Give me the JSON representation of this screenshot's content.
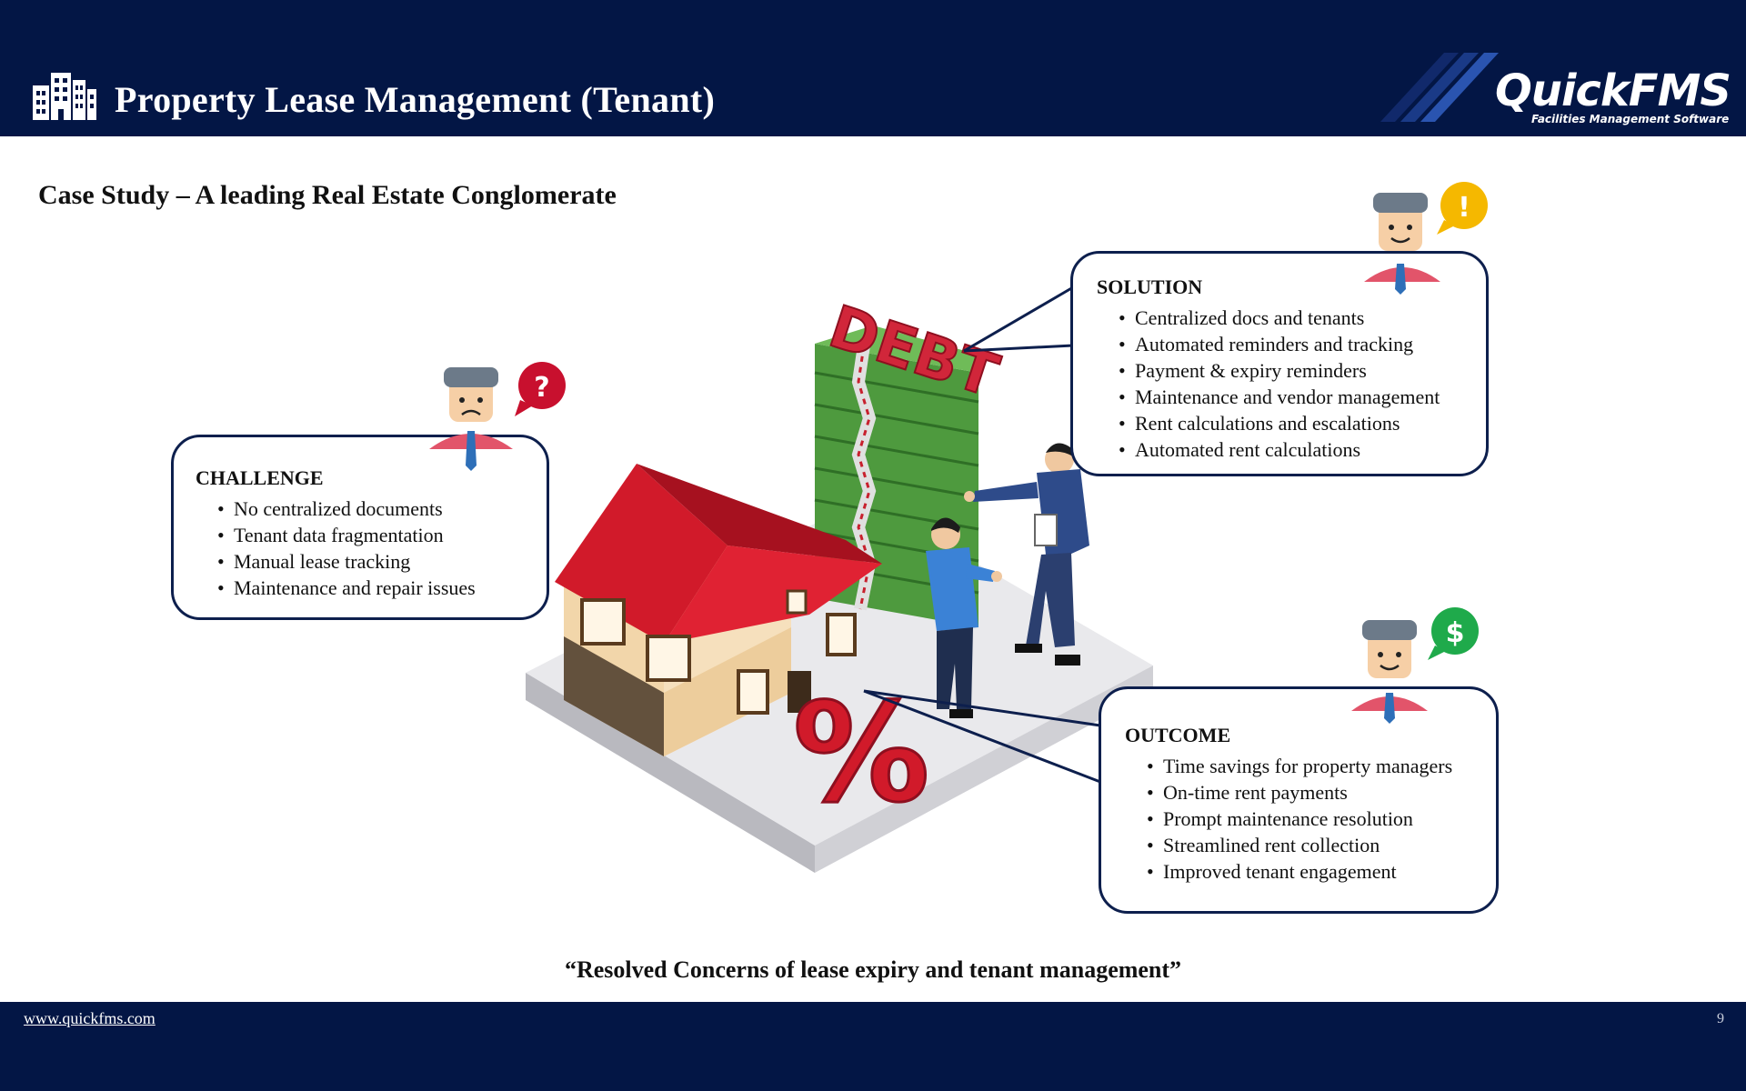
{
  "header": {
    "title": "Property Lease Management (Tenant)",
    "logo_text": "QuickFMS",
    "logo_tagline": "Facilities Management Software",
    "icon": "buildings-icon"
  },
  "subtitle": "Case Study – A leading Real Estate Conglomerate",
  "challenge": {
    "title": "CHALLENGE",
    "icon": "question-bubble-icon",
    "items": [
      "No centralized documents",
      "Tenant data fragmentation",
      "Manual lease tracking",
      "Maintenance and repair issues"
    ]
  },
  "solution": {
    "title": "SOLUTION",
    "icon": "exclamation-bubble-icon",
    "items": [
      "Centralized docs and tenants",
      "Automated reminders and tracking",
      "Payment & expiry reminders",
      "Maintenance and vendor management",
      "Rent calculations and escalations",
      "Automated rent calculations"
    ]
  },
  "outcome": {
    "title": "OUTCOME",
    "icon": "dollar-bubble-icon",
    "items": [
      "Time savings for property managers",
      "On-time rent payments",
      "Prompt maintenance resolution",
      "Streamlined rent collection",
      "Improved tenant engagement"
    ]
  },
  "illustration": {
    "debt_label": "DEBT",
    "percent_label": "%"
  },
  "quote": "“Resolved Concerns of lease expiry and tenant management”",
  "footer": {
    "link": "www.quickfms.com",
    "page_number": "9"
  },
  "colors": {
    "navy": "#031645",
    "roof_red": "#d11a2a",
    "money_green": "#4e9a3e",
    "question_red": "#c8102e",
    "exclaim_yellow": "#f5b800",
    "dollar_green": "#1faa4b"
  }
}
